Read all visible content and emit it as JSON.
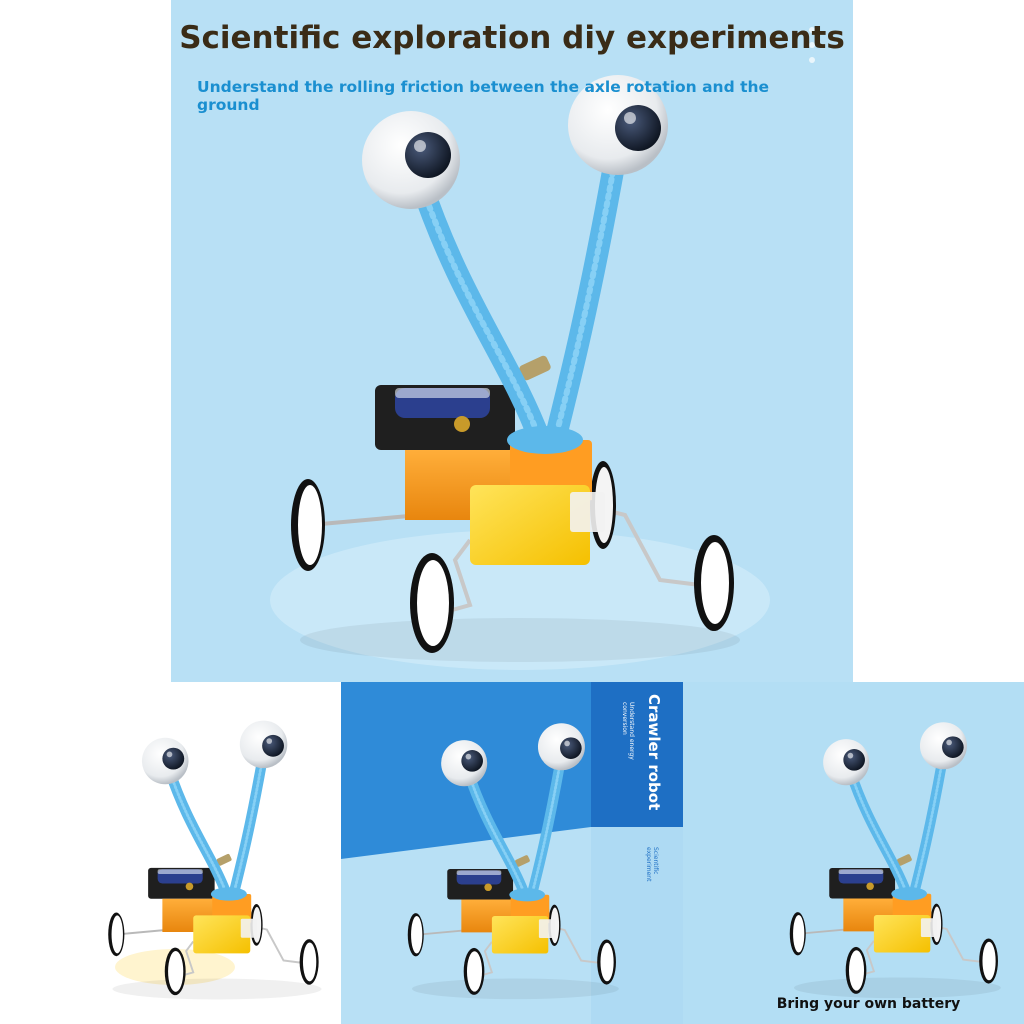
{
  "main": {
    "title": "Scientific exploration diy experiments",
    "subtitle": "Understand the rolling friction between the axle rotation and the ground"
  },
  "panel2": {
    "product_name": "Crawler robot",
    "tagline": "Understand energy conversion",
    "category": "Scientific experiment"
  },
  "panel3": {
    "caption": "Bring your own battery"
  },
  "colors": {
    "sky_blue": "#b8e0f5",
    "deep_blue": "#2f8bd8",
    "title_brown": "#3a2c17",
    "subtitle_blue": "#1a8fd0",
    "pipe_cleaner": "#5cb8ea",
    "chassis_orange": "#f59a1c",
    "motor_yellow": "#fbd21a",
    "battery_black": "#1f1f1f"
  }
}
